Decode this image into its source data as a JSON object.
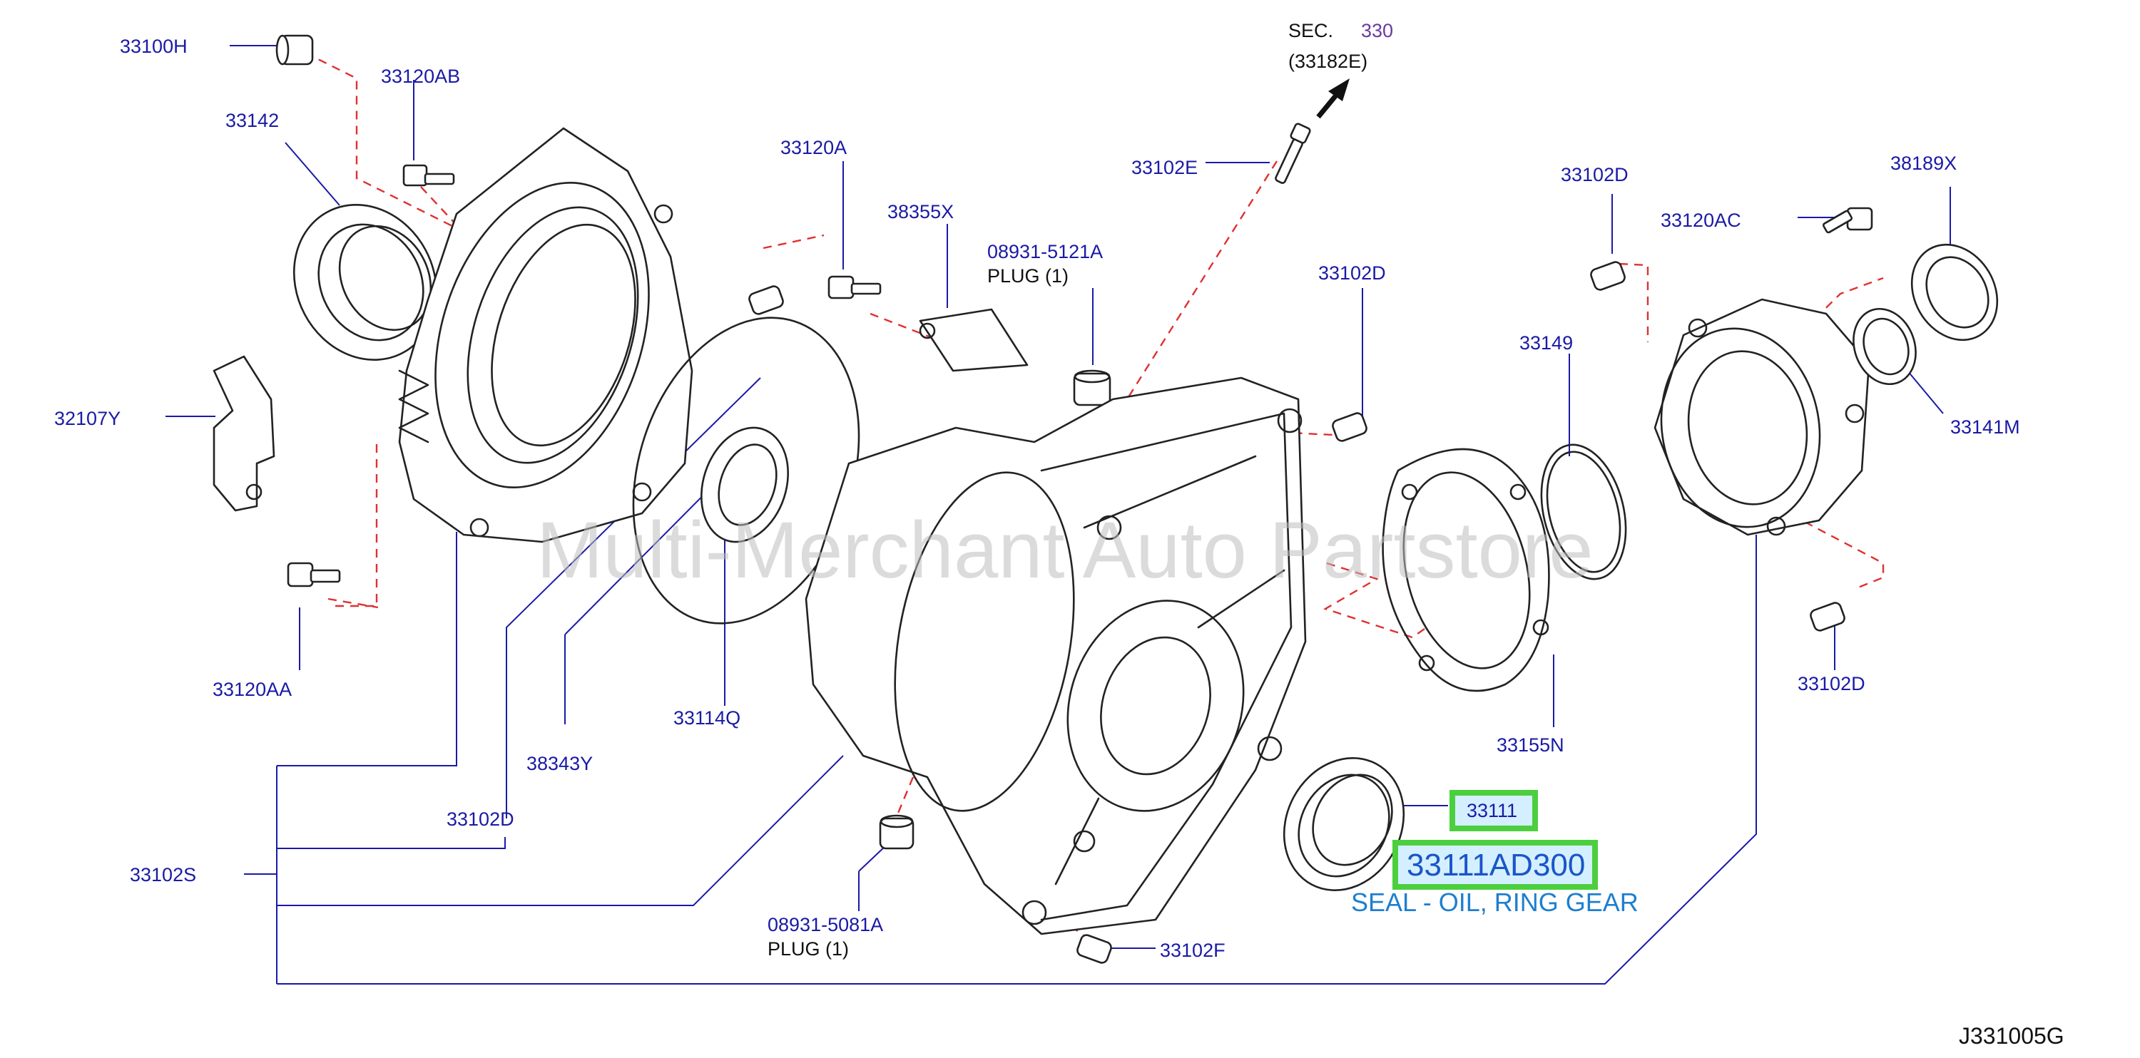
{
  "watermark": "Multi-Merchant Auto Partstore",
  "diagram_code": "J331005G",
  "section_ref": {
    "prefix": "SEC.",
    "number": "330",
    "sub": "(33182E)"
  },
  "labels": {
    "33100H": "33100H",
    "33120AB": "33120AB",
    "33142": "33142",
    "32107Y": "32107Y",
    "33120AA": "33120AA",
    "33120A": "33120A",
    "38355X": "38355X",
    "08931-5121A": "08931-5121A",
    "plug_1_top": "PLUG   (1)",
    "33102E": "33102E",
    "33102D_a": "33102D",
    "33102D_b": "33102D",
    "33102D_c": "33102D",
    "33102D_d": "33102D",
    "33149": "33149",
    "33120AC": "33120AC",
    "38189X": "38189X",
    "33141M": "33141M",
    "33114Q": "33114Q",
    "38343Y": "38343Y",
    "33155N": "33155N",
    "33102S": "33102S",
    "08931-5081A": "08931-5081A",
    "plug_1_bottom": "PLUG   (1)",
    "33102F": "33102F",
    "33111": "33111"
  },
  "highlight": {
    "part_number": "33111AD300",
    "description": "SEAL - OIL, RING GEAR",
    "color": "#4ccf3f"
  }
}
